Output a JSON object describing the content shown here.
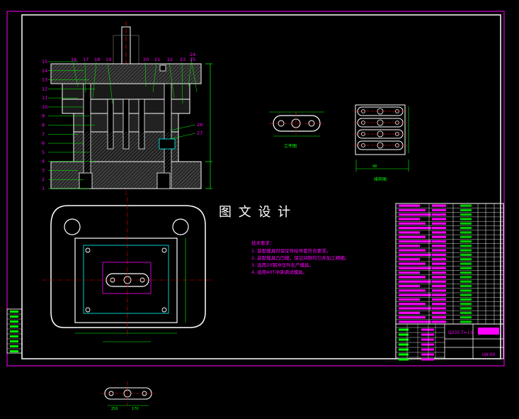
{
  "watermark": "图 文 设 计",
  "part_numbers_left": [
    "15",
    "14",
    "13",
    "12",
    "11",
    "10",
    "9",
    "8",
    "7",
    "6",
    "5",
    "4",
    "3",
    "2",
    "1"
  ],
  "part_numbers_top": [
    "16",
    "17",
    "18",
    "19",
    "20",
    "21",
    "22",
    "23",
    "24",
    "25"
  ],
  "part_numbers_right": [
    "26",
    "27"
  ],
  "views": {
    "workpiece_label": "工件图",
    "layout_label": "排样图",
    "layout_dimension": "48"
  },
  "technical_requirements": {
    "title": "技术要求：",
    "items": [
      "1. 装配模具时保证导柱导套符合要求。",
      "2. 装配模具凸凹模，保证间隙均匀并加工精细。",
      "3. 选用20钢冲压件生产模具。",
      "4. 选用40T冲床调试模具。"
    ]
  },
  "title_block": {
    "material_thickness": "Q235 T=1.0",
    "drawing_code": "LW-00"
  },
  "bottom_dimensions": {
    "left": "250",
    "right": "170"
  },
  "colors": {
    "background": "#000000",
    "frame": "#ffffff",
    "border": "#ff00ff",
    "centerline": "#ff0000",
    "dimension": "#00ff00",
    "label": "#ff00ff",
    "geometry": "#ffffff",
    "hatch": "#808080"
  }
}
